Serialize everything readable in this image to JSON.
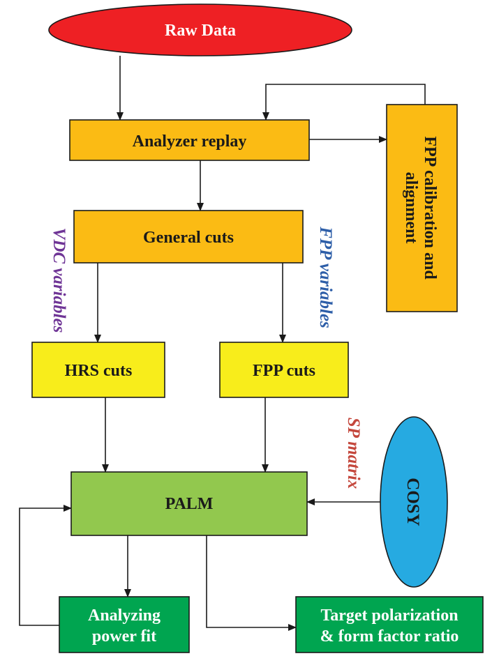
{
  "nodes": {
    "raw_data": {
      "label": "Raw Data",
      "color": "#ee2024"
    },
    "analyzer_replay": {
      "label": "Analyzer replay",
      "color": "#fbbb14"
    },
    "fpp_calibration": {
      "label_line1": "FPP calibration and",
      "label_line2": "alignment",
      "color": "#fbbb14"
    },
    "general_cuts": {
      "label": "General cuts",
      "color": "#fbbb14"
    },
    "hrs_cuts": {
      "label": "HRS cuts",
      "color": "#f8ed1b"
    },
    "fpp_cuts": {
      "label": "FPP cuts",
      "color": "#f8ed1b"
    },
    "palm": {
      "label": "PALM",
      "color": "#92c84e"
    },
    "cosy": {
      "label": "COSY",
      "color": "#26aae1"
    },
    "analyzing_power_fit": {
      "label_line1": "Analyzing",
      "label_line2": "power fit",
      "color": "#00a550"
    },
    "target_polarization": {
      "label_line1": "Target polarization",
      "label_line2": "& form factor ratio",
      "color": "#00a550"
    }
  },
  "annotations": {
    "vdc_variables": {
      "text": "VDC variables",
      "color": "#6f3596"
    },
    "fpp_variables": {
      "text": "FPP variables",
      "color": "#2d5ea8"
    },
    "sp_matrix": {
      "text": "SP matrix",
      "color": "#c4473c"
    }
  }
}
